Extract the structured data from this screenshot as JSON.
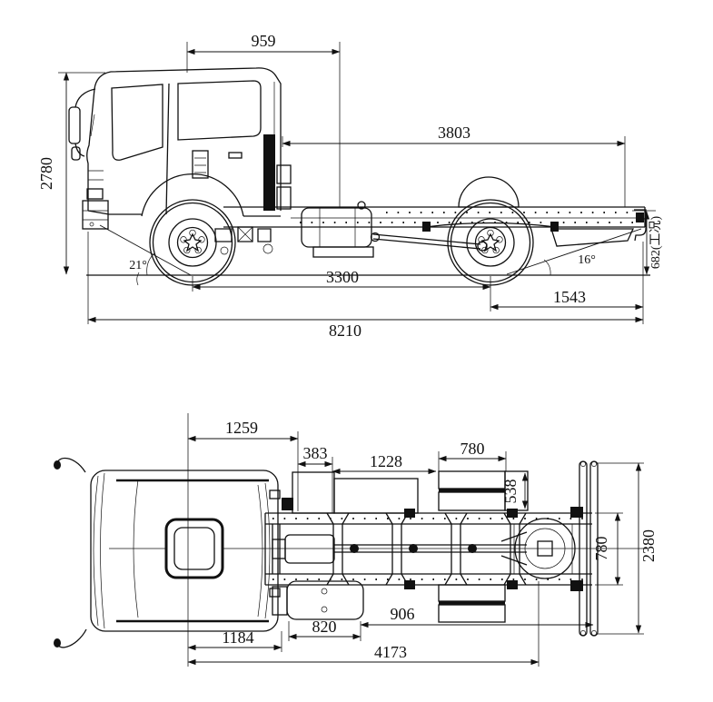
{
  "drawing_type": "truck chassis dimension drawing (side elevation and plan view)",
  "side": {
    "d959": "959",
    "d3803": "3803",
    "d2780": "2780",
    "d682": "682(工况)",
    "a21": "21°",
    "a16": "16°",
    "d3300": "3300",
    "d1543": "1543",
    "d8210": "8210"
  },
  "plan": {
    "d1259": "1259",
    "d383": "383",
    "d1228": "1228",
    "d780_top": "780",
    "d538": "538",
    "d780_right": "780",
    "d2380": "2380",
    "d906": "906",
    "d820": "820",
    "d1184": "1184",
    "d4173": "4173"
  }
}
